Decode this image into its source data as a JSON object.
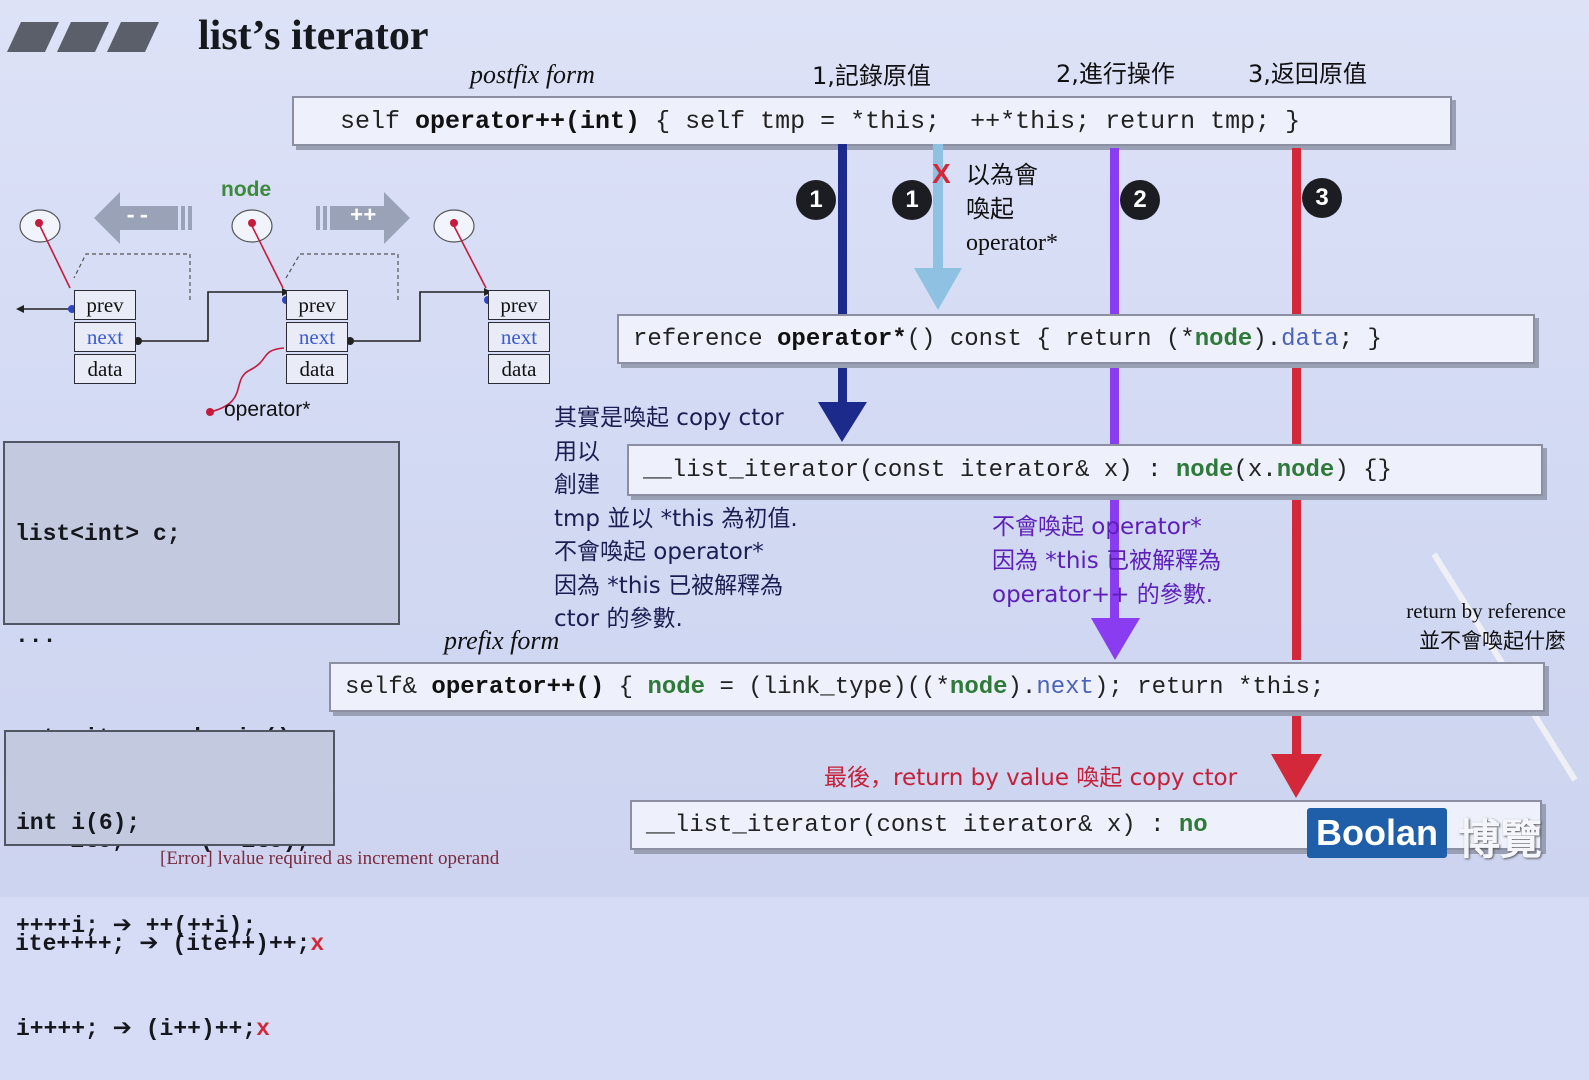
{
  "slide": {
    "title": "list’s iterator",
    "postfix_label": "postfix form",
    "prefix_label": "prefix form",
    "steps": [
      "1,記錄原值",
      "2,進行操作",
      "3,返回原值"
    ],
    "markers": [
      "1",
      "1",
      "2",
      "3"
    ],
    "x_mark": "X",
    "note_misconception": [
      "以為會",
      "喚起",
      "operator*"
    ],
    "note_copy_ctor": [
      "其實是喚起 copy ctor",
      "用以",
      "創建",
      "tmp 並以 *this 為初值.",
      "不會喚起 operator*",
      "因為 *this 已被解釋為",
      "ctor 的參數."
    ],
    "note_operator_pp": [
      "不會喚起 operator*",
      "因為 *this 已被解釋為",
      "operator++ 的參數."
    ],
    "note_return_ref": [
      "return by reference",
      "並不會喚起什麼"
    ],
    "note_final": "最後，return by value 喚起 copy ctor",
    "error_text": "[Error] lvalue required as increment operand",
    "brand": {
      "logo": "Boolan",
      "cn": "博覽"
    }
  },
  "code": {
    "postfix": {
      "p1": "self ",
      "p2": "operator++(int)",
      "p3": " { self tmp = *this;  ++*this; return tmp; }"
    },
    "deref": {
      "p1": "reference ",
      "p2": "operator*",
      "p3": "() const { return (*",
      "p4": "node",
      "p5": ").",
      "p6": "data",
      "p7": "; }"
    },
    "copy_ctor": {
      "p1": "__list_iterator(const iterator& x) : ",
      "p2": "node",
      "p3": "(x.",
      "p4": "node",
      "p5": ") {}"
    },
    "prefix": {
      "p1": "self& ",
      "p2": "operator++()",
      "p3": " { ",
      "p4": "node",
      "p5": " = (link_type)((*",
      "p6": "node",
      "p7": ").",
      "p8": "next",
      "p9": "); return *this;"
    },
    "copy_ctor2": {
      "p1": "__list_iterator(const iterator& x) : ",
      "p2": "no"
    }
  },
  "diagram": {
    "node_label": "node",
    "minus_label": "--",
    "plus_label": "++",
    "operator_label": "operator*",
    "cells": [
      "prev",
      "next",
      "data"
    ]
  },
  "examples": {
    "list_box": [
      "list<int> c;",
      "...",
      "auto ite = c.begin();",
      "++++ite;",
      "ite++++;"
    ],
    "list_box_rhs": [
      "++(++ite);",
      "(ite++)++;"
    ],
    "int_box": [
      "int i(6);",
      "++++i;",
      "i++++;"
    ],
    "int_box_rhs": [
      "++(++i);",
      "(i++)++;"
    ],
    "arrow": "➔",
    "x": "x"
  }
}
